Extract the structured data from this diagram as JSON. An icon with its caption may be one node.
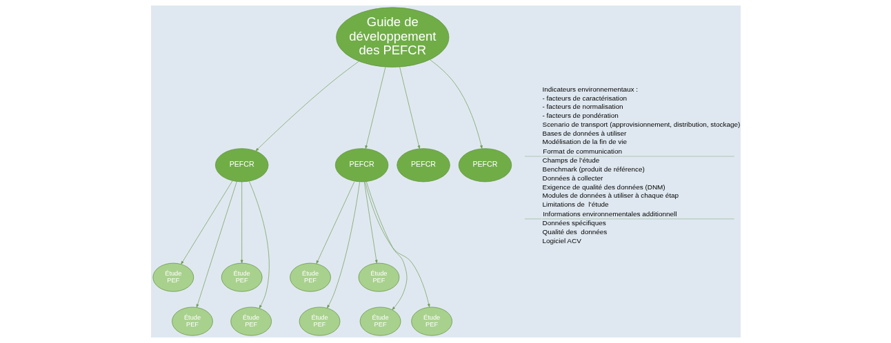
{
  "diagram": {
    "nodes": [
      {
        "text": [
          "Guide de développement des PEFCR"
        ]
      },
      {
        "text": [
          "PEFCR"
        ]
      },
      {
        "text": [
          "PEFCR"
        ]
      },
      {
        "text": [
          "PEFCR"
        ]
      },
      {
        "text": [
          "PEFCR"
        ]
      },
      {
        "text": [
          "Étude PEF"
        ]
      },
      {
        "text": [
          "Étude PEF"
        ]
      },
      {
        "text": [
          "Étude PEF"
        ]
      },
      {
        "text": [
          "Étude PEF"
        ]
      },
      {
        "text": [
          "Étude PEF"
        ]
      },
      {
        "text": [
          "Étude PEF"
        ]
      },
      {
        "text": [
          "Étude PEF"
        ]
      },
      {
        "text": [
          "Étude PEF"
        ]
      },
      {
        "text": [
          "Étude PEF"
        ]
      }
    ],
    "edges": [
      {
        "from": 0,
        "to": 1,
        "arrow": "to"
      },
      {
        "from": 0,
        "to": 2,
        "arrow": "to"
      },
      {
        "from": 0,
        "to": 3,
        "arrow": "to"
      },
      {
        "from": 0,
        "to": 4,
        "arrow": "to"
      },
      {
        "from": 1,
        "to": 5,
        "arrow": "to"
      },
      {
        "from": 1,
        "to": 9,
        "arrow": "to"
      },
      {
        "from": 1,
        "to": 10,
        "arrow": "to"
      },
      {
        "from": 1,
        "to": 6,
        "arrow": "to"
      },
      {
        "from": 2,
        "to": 11,
        "arrow": "to"
      },
      {
        "from": 2,
        "to": 7,
        "arrow": "to"
      },
      {
        "from": 2,
        "to": 12,
        "arrow": "to"
      },
      {
        "from": 2,
        "to": 8,
        "arrow": "to"
      },
      {
        "from": 2,
        "to": 13,
        "arrow": "to"
      }
    ],
    "labels": [
      "Indicateurs environnementaux :",
      "- facteurs de caractérisation",
      "- facteurs de normalisation",
      "- facteurs de pondération",
      "Scenario de transport (approvisionnement, distribution, stockage)",
      "Bases de données à utiliser",
      "Modélisation de la fin de vie",
      "Format de communication",
      "Champs de l’étude",
      "Benchmark (produit de référence)",
      "Données à collecter",
      "Exigence de qualité des données (DNM)",
      "Modules de données à utiliser à chaque étap",
      "Limitations de  l’étude",
      "Informations environnementales additionnell",
      "Données spécifiques",
      "Qualité des  données",
      "Logiciel ACV"
    ]
  }
}
